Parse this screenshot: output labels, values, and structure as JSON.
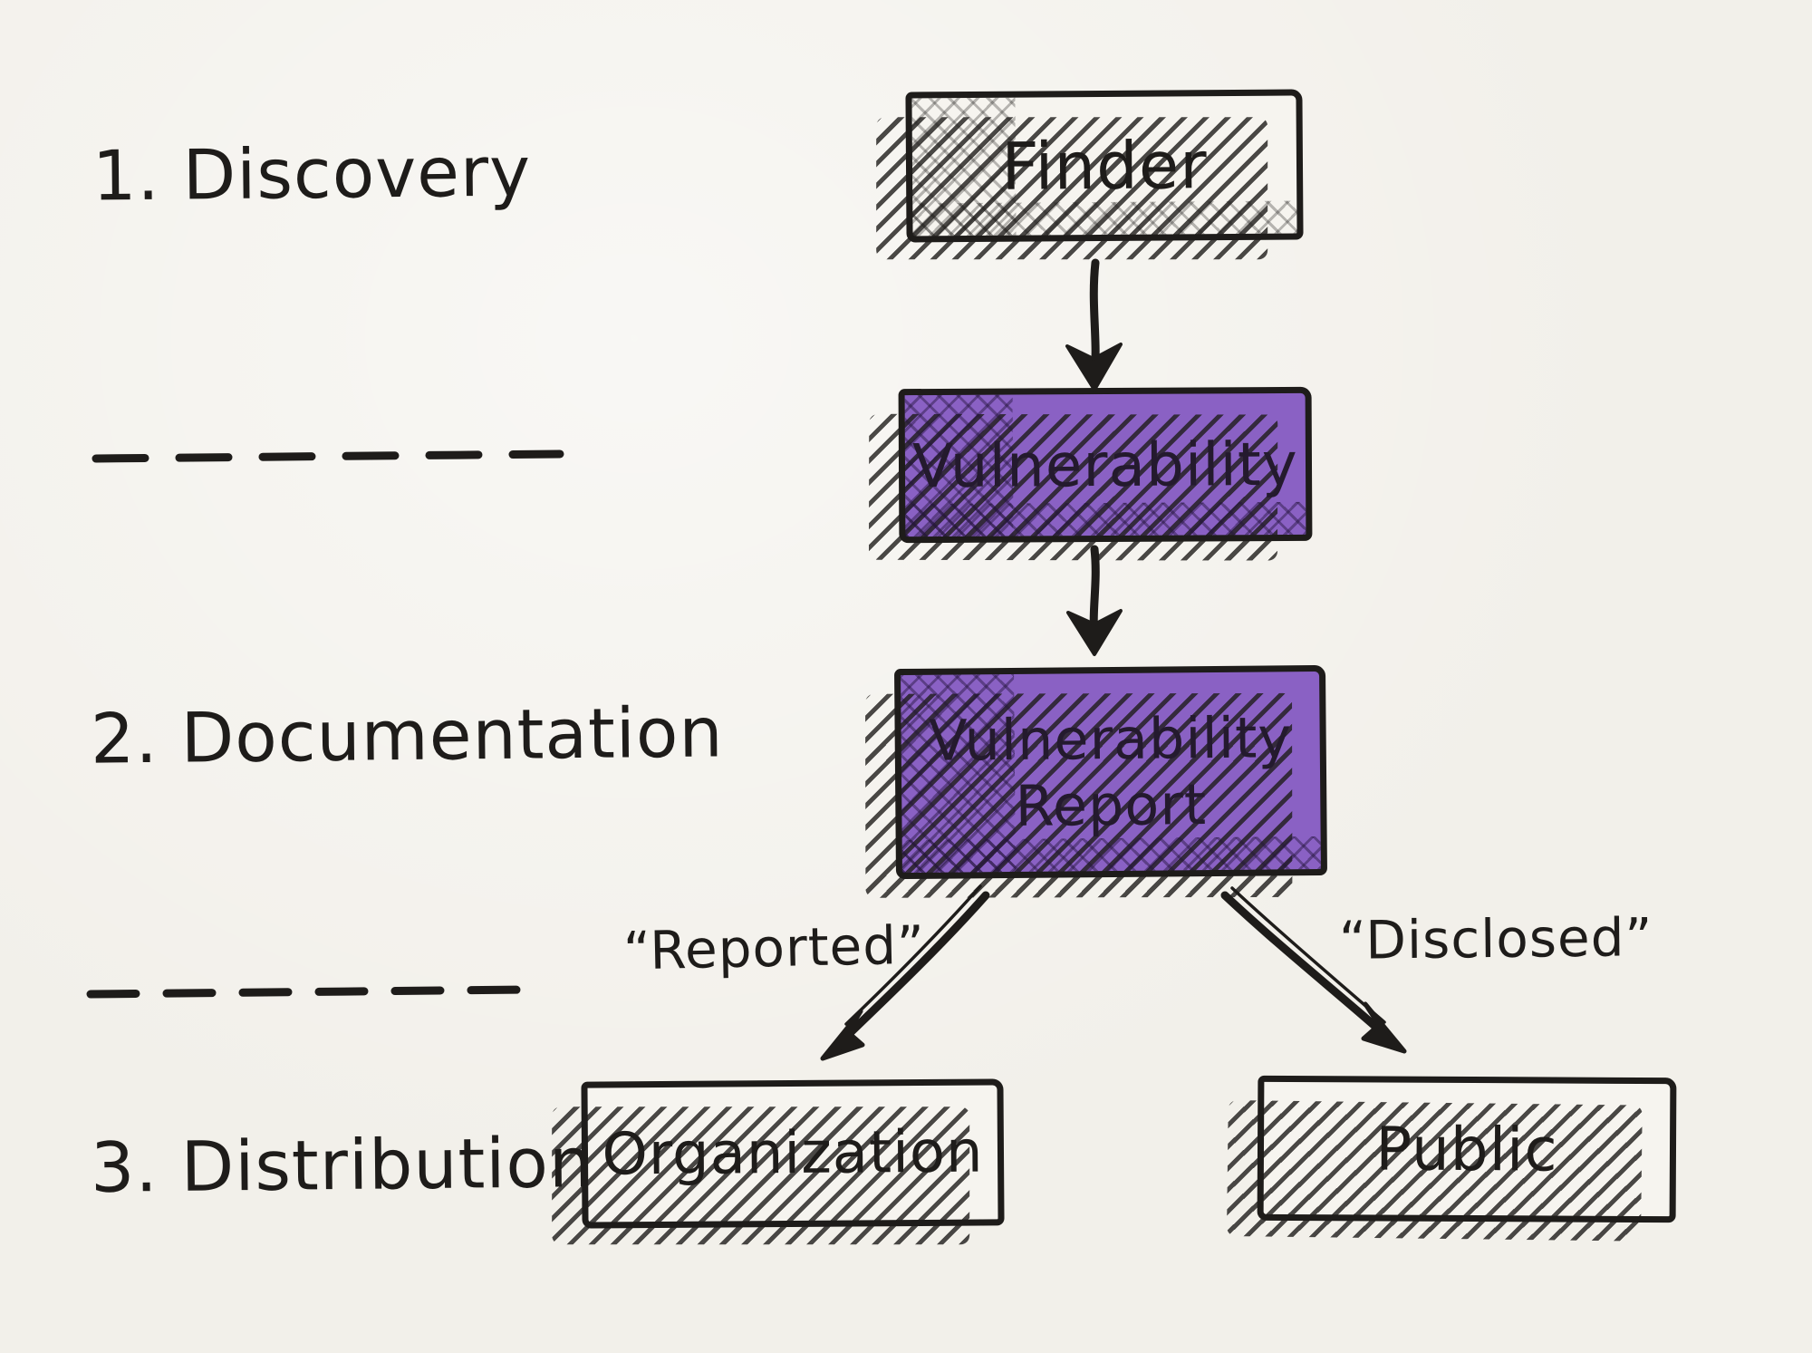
{
  "steps": [
    {
      "label": "1. Discovery"
    },
    {
      "label": "2. Documentation"
    },
    {
      "label": "3. Distribution"
    }
  ],
  "nodes": {
    "finder": {
      "label": "Finder"
    },
    "vulnerability": {
      "label": "Vulnerability"
    },
    "vulnerability_report": {
      "line1": "Vulnerability",
      "line2": "Report"
    },
    "organization": {
      "label": "Organization"
    },
    "public": {
      "label": "Public"
    }
  },
  "edges": {
    "reported": {
      "label": "“Reported”"
    },
    "disclosed": {
      "label": "“Disclosed”"
    }
  },
  "colors": {
    "paper": "#f2f0ea",
    "ink": "#1e1c1a",
    "purple": "#8a61c4",
    "purple-text": "#241a2e"
  }
}
